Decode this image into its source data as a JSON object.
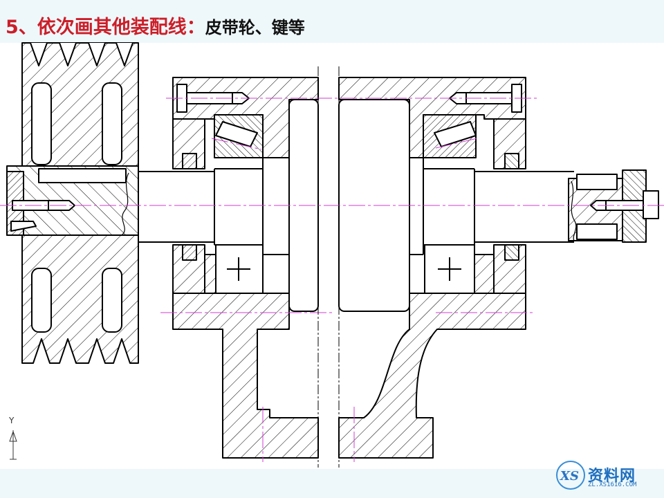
{
  "slide": {
    "title_main": "5、依次画其他装配线：",
    "title_sub": "皮带轮、键等"
  },
  "ucs": {
    "axis_label": "Y"
  },
  "watermark": {
    "text": "资料网",
    "url": "ZL.XS1616.COM",
    "logo_letters": "XS"
  },
  "colors": {
    "title": "#cc1e28",
    "background": "#eef8fb",
    "centerline": "#d03cd0",
    "line": "#000000"
  }
}
